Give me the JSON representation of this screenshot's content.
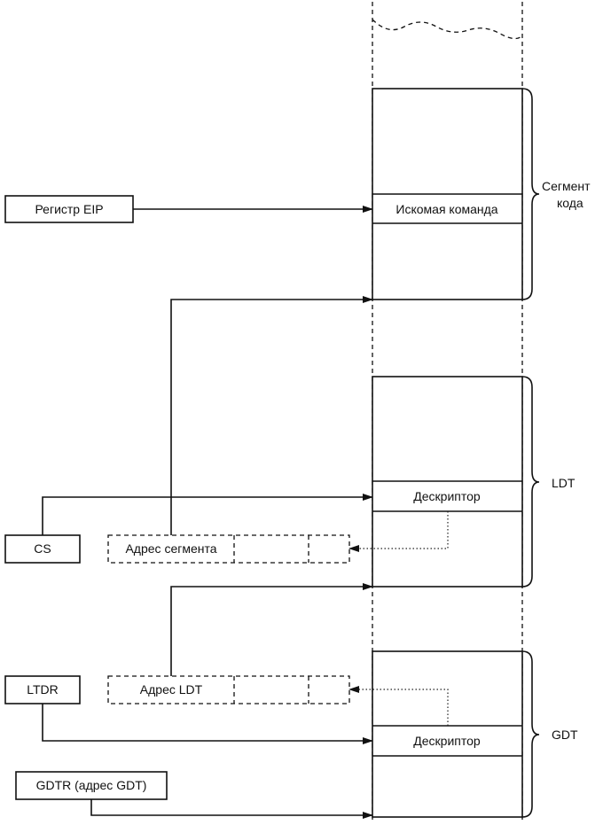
{
  "registers": {
    "eip": "Регистр EIP",
    "cs": "CS",
    "ltdr": "LTDR",
    "gdtr": "GDTR (адрес GDT)"
  },
  "selectors": {
    "segment_address": "Адрес сегмента",
    "ldt_address": "Адрес LDT"
  },
  "memory": {
    "target_instruction": "Искомая команда",
    "ldt_descriptor": "Дескриптор",
    "gdt_descriptor": "Дескриптор"
  },
  "braces": {
    "code_segment_line1": "Сегмент",
    "code_segment_line2": "кода",
    "ldt": "LDT",
    "gdt": "GDT"
  }
}
